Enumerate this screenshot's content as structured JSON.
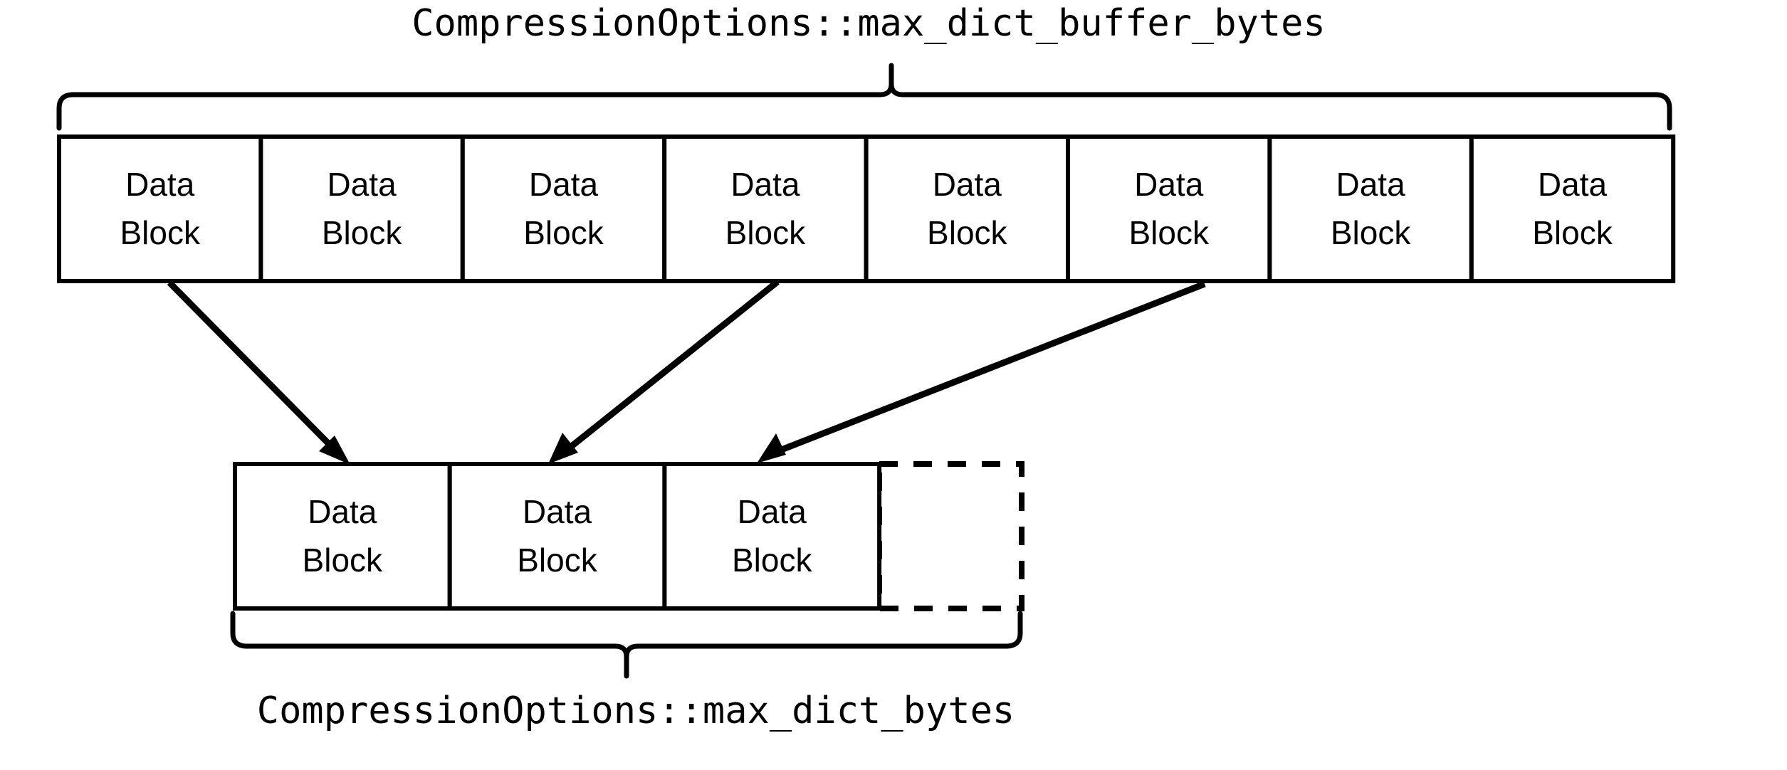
{
  "diagram": {
    "title_top": "CompressionOptions::max_dict_buffer_bytes",
    "title_bottom": "CompressionOptions::max_dict_bytes",
    "block_label_line1": "Data",
    "block_label_line2": "Block",
    "colors": {
      "stroke": "#000000",
      "background": "#ffffff",
      "text": "#000000"
    },
    "top_row": {
      "name": "data-block-buffer-row",
      "block_count": 8,
      "blocks": [
        {
          "index": 0,
          "line1": "Data",
          "line2": "Block",
          "style": "solid"
        },
        {
          "index": 1,
          "line1": "Data",
          "line2": "Block",
          "style": "solid"
        },
        {
          "index": 2,
          "line1": "Data",
          "line2": "Block",
          "style": "solid"
        },
        {
          "index": 3,
          "line1": "Data",
          "line2": "Block",
          "style": "solid"
        },
        {
          "index": 4,
          "line1": "Data",
          "line2": "Block",
          "style": "solid"
        },
        {
          "index": 5,
          "line1": "Data",
          "line2": "Block",
          "style": "solid"
        },
        {
          "index": 6,
          "line1": "Data",
          "line2": "Block",
          "style": "solid"
        },
        {
          "index": 7,
          "line1": "Data",
          "line2": "Block",
          "style": "solid"
        }
      ]
    },
    "bottom_row": {
      "name": "data-block-dictionary-row",
      "block_count": 4,
      "filled_count": 3,
      "empty_count": 1,
      "blocks": [
        {
          "index": 0,
          "line1": "Data",
          "line2": "Block",
          "style": "solid"
        },
        {
          "index": 1,
          "line1": "Data",
          "line2": "Block",
          "style": "solid"
        },
        {
          "index": 2,
          "line1": "Data",
          "line2": "Block",
          "style": "solid"
        },
        {
          "index": 3,
          "line1": "",
          "line2": "",
          "style": "dashed"
        }
      ]
    },
    "arrows": [
      {
        "name": "arrow-block-1-to-dict-1",
        "from_block": 0,
        "to_block": 0
      },
      {
        "name": "arrow-block-4-to-dict-2",
        "from_block": 3,
        "to_block": 1
      },
      {
        "name": "arrow-block-6-to-dict-3",
        "from_block": 5,
        "to_block": 2
      }
    ],
    "braces": [
      {
        "name": "brace-max-dict-buffer-bytes",
        "orientation": "top",
        "label": "CompressionOptions::max_dict_buffer_bytes"
      },
      {
        "name": "brace-max-dict-bytes",
        "orientation": "bottom",
        "label": "CompressionOptions::max_dict_bytes"
      }
    ]
  }
}
